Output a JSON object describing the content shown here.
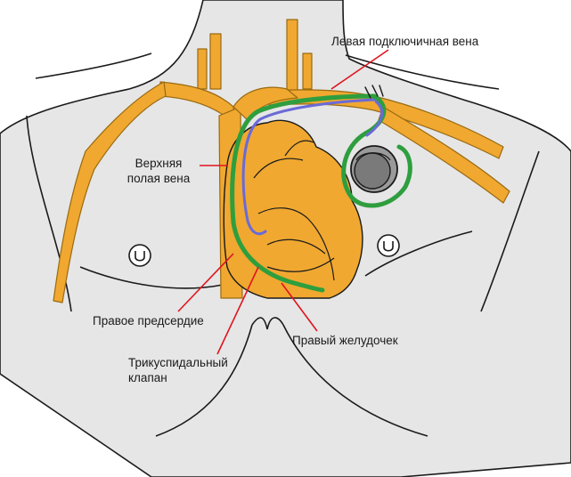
{
  "labels": {
    "left_subclavian_vein": "Левая подключичная вена",
    "superior_vena_cava_line1": "Верхняя",
    "superior_vena_cava_line2": "полая вена",
    "right_atrium": "Правое предсердие",
    "right_ventricle": "Правый желудочек",
    "tricuspid_valve_line1": "Трикуспидальный",
    "tricuspid_valve_line2": "клапан"
  },
  "colors": {
    "body": "#e6e6e6",
    "outline": "#1a1a1a",
    "vessel": "#f0a830",
    "vessel_stroke": "#9a6a10",
    "heart": "#f0a830",
    "lead_green": "#2e9e3e",
    "lead_blue": "#6a6ad8",
    "pacemaker_outer": "#9a9a9a",
    "pacemaker_inner": "#7a7a7a",
    "leader_line": "#e0141e"
  }
}
